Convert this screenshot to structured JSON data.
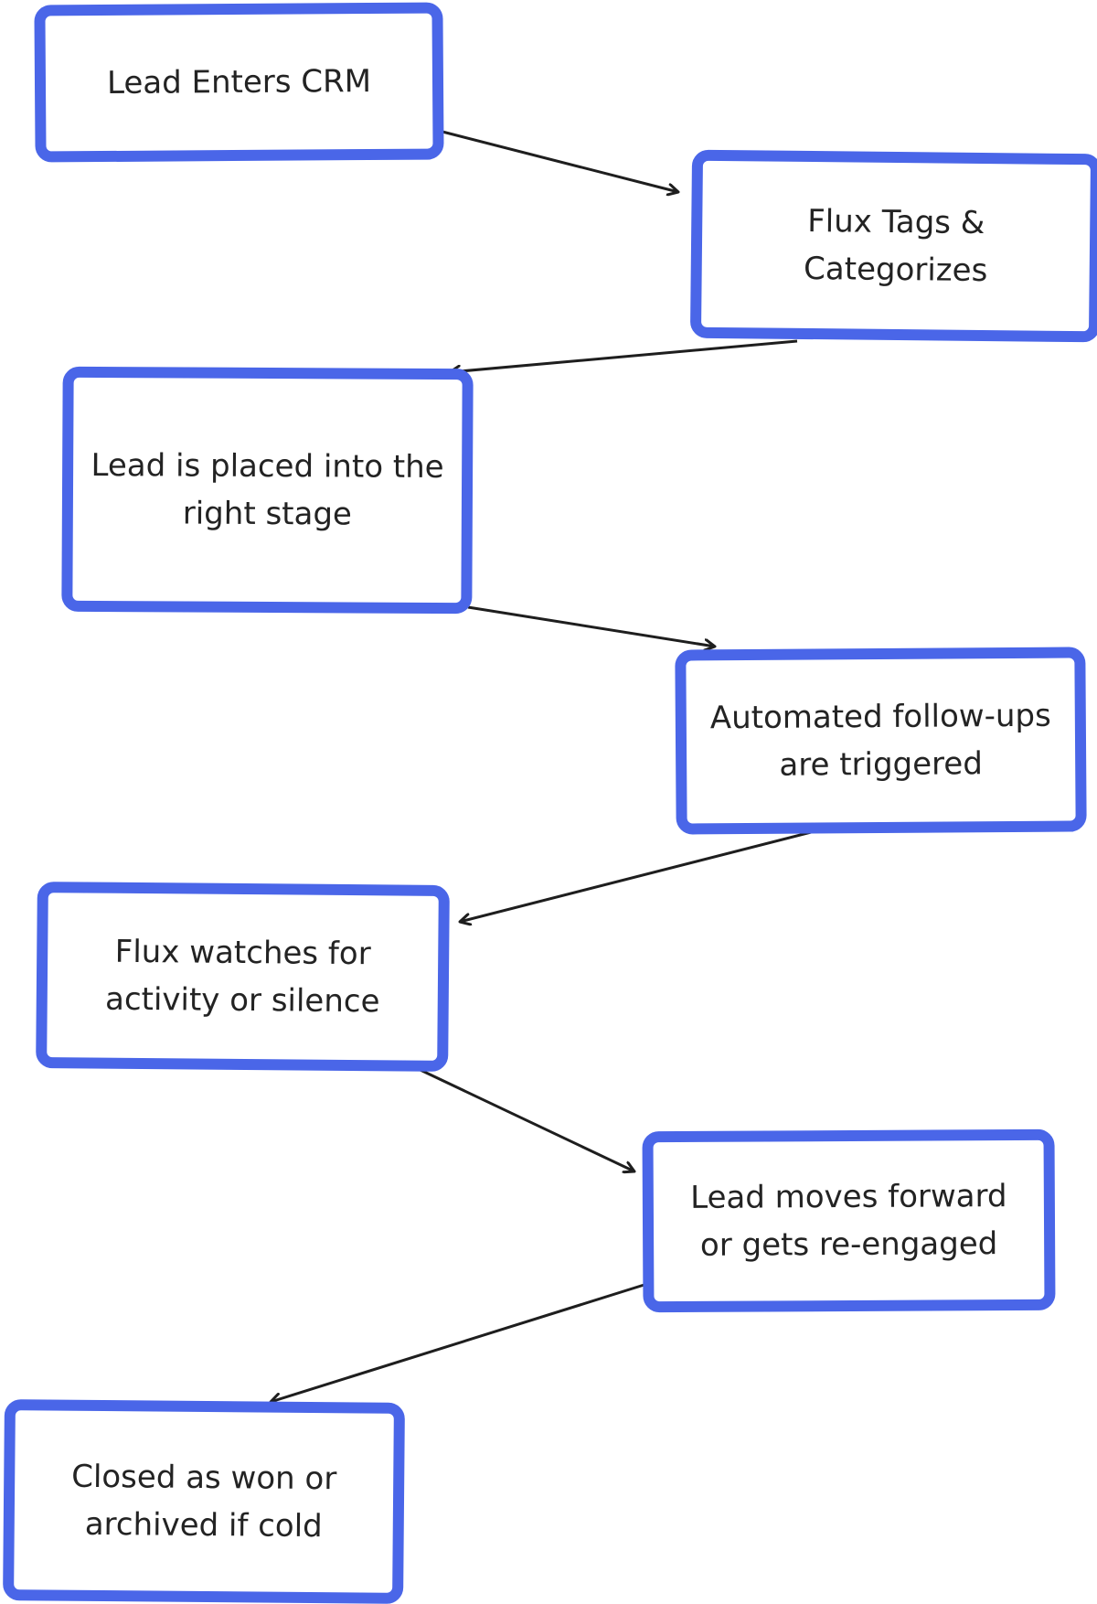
{
  "diagram": {
    "accent_color": "#4a66e8",
    "text_color": "#232323",
    "arrow_color": "#1e1e1e",
    "steps": [
      {
        "id": "lead-enters-crm",
        "label": "Lead Enters CRM"
      },
      {
        "id": "flux-tags-categorizes",
        "label": "Flux Tags &\nCategorizes"
      },
      {
        "id": "lead-placed-stage",
        "label": "Lead is placed into the\nright stage"
      },
      {
        "id": "automated-follow-ups",
        "label": "Automated follow-ups\nare triggered"
      },
      {
        "id": "flux-watches",
        "label": "Flux watches for\nactivity or silence"
      },
      {
        "id": "lead-moves-forward",
        "label": "Lead moves forward\nor gets re-engaged"
      },
      {
        "id": "closed-or-archived",
        "label": "Closed as won or\narchived if cold"
      }
    ],
    "connections": [
      {
        "from": "lead-enters-crm",
        "to": "flux-tags-categorizes"
      },
      {
        "from": "flux-tags-categorizes",
        "to": "lead-placed-stage"
      },
      {
        "from": "lead-placed-stage",
        "to": "automated-follow-ups"
      },
      {
        "from": "automated-follow-ups",
        "to": "flux-watches"
      },
      {
        "from": "flux-watches",
        "to": "lead-moves-forward"
      },
      {
        "from": "lead-moves-forward",
        "to": "closed-or-archived"
      }
    ]
  }
}
